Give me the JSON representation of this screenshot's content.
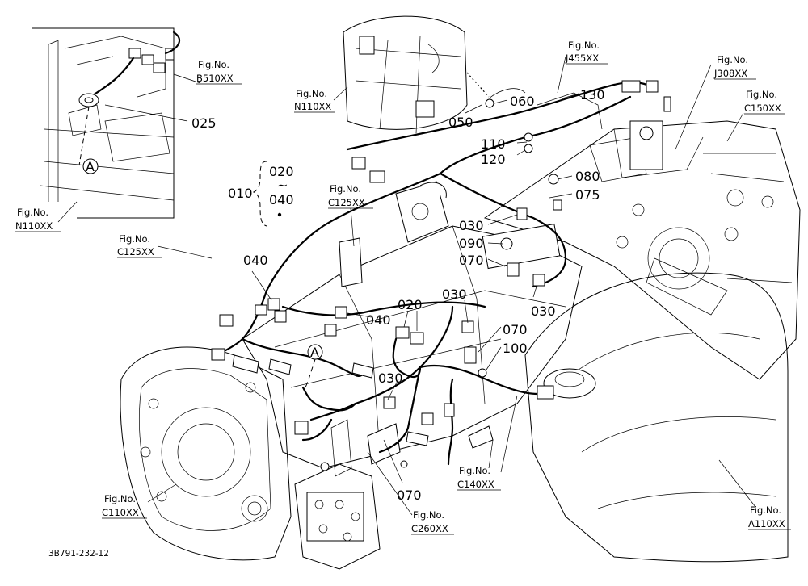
{
  "diagram": {
    "callouts": {
      "c025": "025",
      "c050": "050",
      "c060": "060",
      "c130": "130",
      "c110": "110",
      "c120": "120",
      "c080": "080",
      "c075": "075",
      "c010": "010",
      "c020": "020",
      "c040": "040",
      "tilde": "~",
      "c030a": "030",
      "c090": "090",
      "c070a": "070",
      "c030b": "030",
      "c040a": "040",
      "c040b": "040",
      "c020b": "020",
      "c030c": "030",
      "c070b": "070",
      "c100": "100",
      "c030d": "030",
      "c070c": "070"
    },
    "fig_refs": {
      "b510": {
        "label": "Fig.No.",
        "code": "B510XX"
      },
      "n110_left": {
        "label": "Fig.No.",
        "code": "N110XX"
      },
      "n110_top": {
        "label": "Fig.No.",
        "code": "N110XX"
      },
      "j455": {
        "label": "Fig.No.",
        "code": "J455XX"
      },
      "j308": {
        "label": "Fig.No.",
        "code": "J308XX"
      },
      "c150": {
        "label": "Fig.No.",
        "code": "C150XX"
      },
      "c125_mid": {
        "label": "Fig.No.",
        "code": "C125XX"
      },
      "c125_left": {
        "label": "Fig.No.",
        "code": "C125XX"
      },
      "c110": {
        "label": "Fig.No.",
        "code": "C110XX"
      },
      "c140": {
        "label": "Fig.No.",
        "code": "C140XX"
      },
      "c260": {
        "label": "Fig.No.",
        "code": "C260XX"
      },
      "a110": {
        "label": "Fig.No.",
        "code": "A110XX"
      }
    },
    "markers": {
      "a1": "A",
      "a2": "A"
    },
    "drawing_number": "3B791-232-12"
  }
}
